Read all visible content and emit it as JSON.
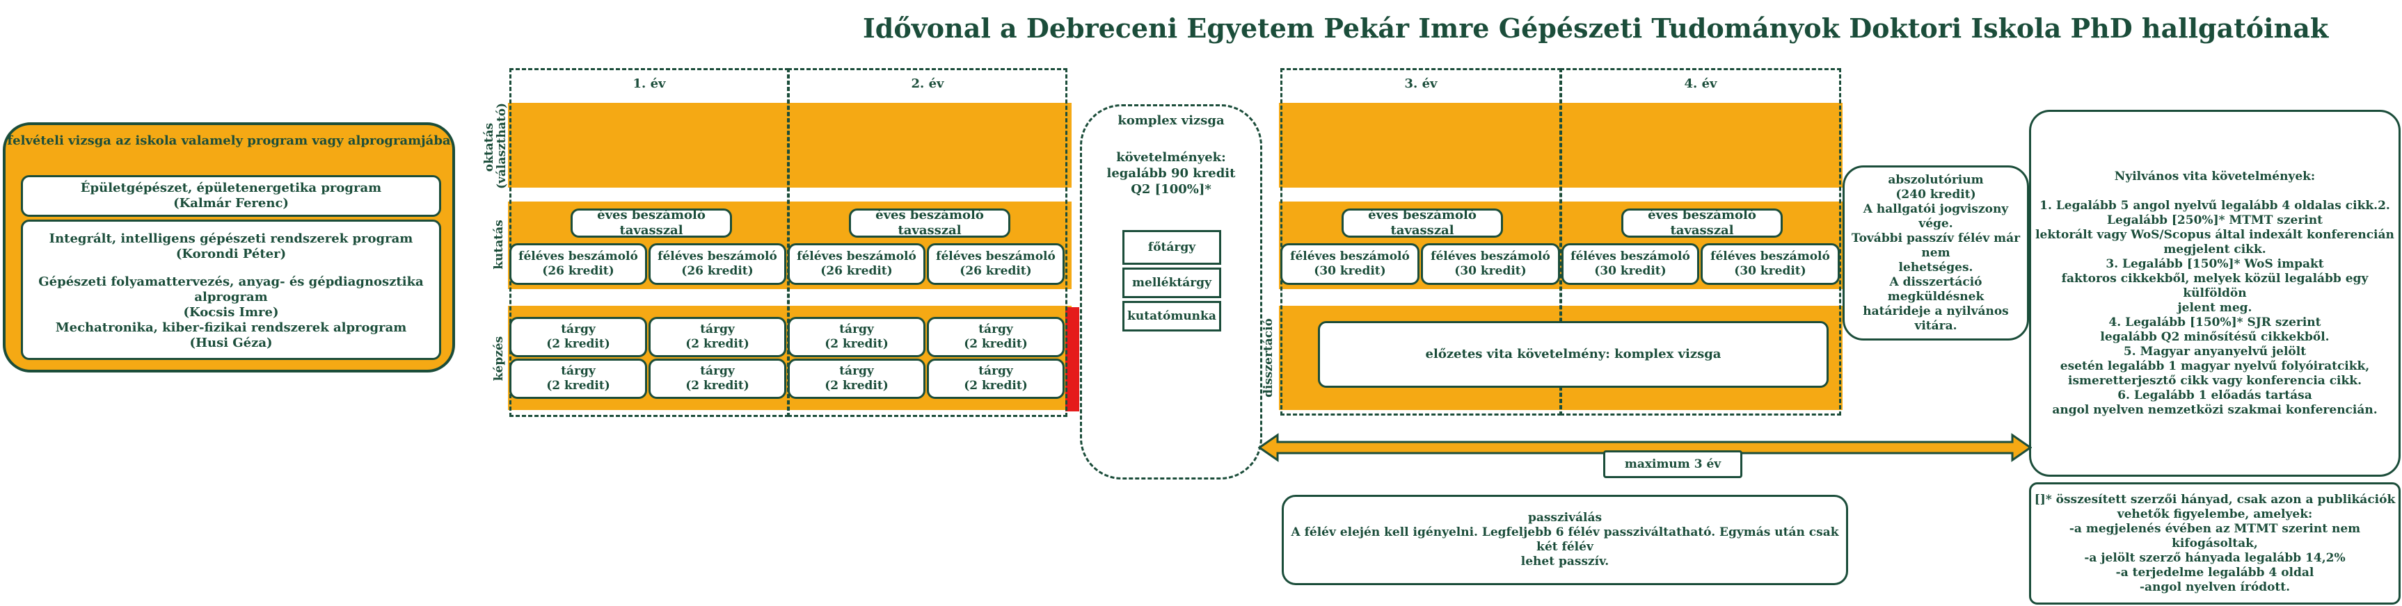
{
  "title": "Idővonal a Debreceni Egyetem Pekár Imre Gépészeti Tudományok Doktori Iskola PhD hallgatóinak",
  "colors": {
    "accent": "#f5a914",
    "dark": "#1b4d3a",
    "red": "#e51b1b"
  },
  "admission": {
    "heading": "felvételi vizsga az iskola valamely program vagy alprogramjába",
    "program1": {
      "name": "Épületgépészet, épületenergetika program",
      "leader": "(Kalmár Ferenc)"
    },
    "program2": {
      "name": "Integrált, intelligens gépészeti rendszerek program",
      "leader": "(Korondi Péter)"
    },
    "subprogram1": {
      "name": "Gépészeti folyamattervezés, anyag- és gépdiagnosztika alprogram",
      "leader": "(Kocsis Imre)"
    },
    "subprogram2": {
      "name": "Mechatronika, kiber-fizikai rendszerek alprogram",
      "leader": "(Husi Géza)"
    }
  },
  "rows": {
    "teaching": "oktatás",
    "teaching_sub": "(választható)",
    "research": "kutatás",
    "training": "képzés",
    "dissertation": "disszertáció"
  },
  "years": {
    "y1": "1. év",
    "y2": "2. év",
    "y3": "3. év",
    "y4": "4. év"
  },
  "labels": {
    "annual": "éves beszámoló tavasszal",
    "semester": "féléves beszámoló",
    "credit26": "(26 kredit)",
    "credit30": "(30 kredit)",
    "subject": "tárgy",
    "credit2": "(2 kredit)"
  },
  "complex_exam": {
    "title": "komplex vizsga",
    "req1": "követelmények:",
    "req2": "legalább 90 kredit",
    "req3": "Q2 [100%]*",
    "items": [
      "főtárgy",
      "melléktárgy",
      "kutatómunka"
    ]
  },
  "pre_defense": "előzetes vita követelmény: komplex vizsga",
  "max_duration": "maximum 3 év",
  "absolutorium": {
    "lines": [
      "abszolutórium",
      "(240 kredit)",
      "A hallgatói jogviszony vége.",
      "További passzív félév már nem",
      "lehetséges.",
      "A disszertáció megküldésnek",
      "határideje a nyilvános vitára."
    ]
  },
  "public_defense": {
    "lines": [
      "Nyilvános vita követelmények:",
      "",
      "1. Legalább 5 angol nyelvű legalább 4 oldalas cikk.2.",
      "Legalább [250%]* MTMT szerint",
      "lektorált vagy WoS/Scopus által indexált konferencián",
      "megjelent cikk.",
      "3. Legalább [150%]* WoS impakt",
      "faktoros cikkekből, melyek közül legalább egy külföldön",
      "jelent meg.",
      "4. Legalább [150%]* SJR szerint",
      "legalább Q2 minősítésű cikkekből.",
      "5. Magyar anyanyelvű jelölt",
      "esetén legalább 1 magyar nyelvű folyóiratcikk,",
      "ismeretterjesztő cikk vagy konferencia cikk.",
      "6. Legalább 1 előadás tartása",
      "angol nyelven nemzetközi szakmai konferencián."
    ]
  },
  "passive": {
    "title": "passziválás",
    "line1": "A félév elején kell igényelni. Legfeljebb 6 félév passziváltatható. Egymás után csak két félév",
    "line2": "lehet passzív."
  },
  "footnote": {
    "lines": [
      "[]* összesített szerzői hányad, csak azon a publikációk",
      "vehetők figyelembe, amelyek:",
      "-a megjelenés évében az MTMT szerint nem kifogásoltak,",
      "-a jelölt szerző hányada legalább 14,2%",
      "-a terjedelme legalább 4 oldal",
      "-angol nyelven íródott."
    ]
  }
}
